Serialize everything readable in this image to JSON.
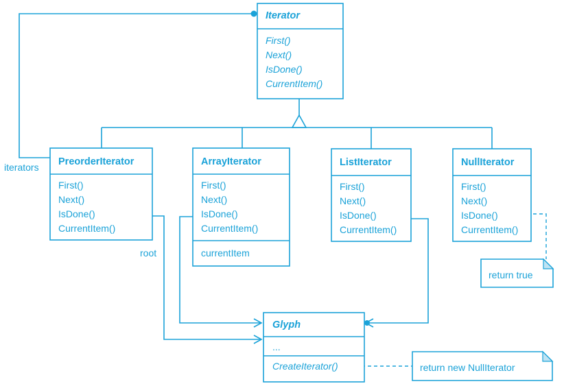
{
  "colors": {
    "accent": "#1aa2d8",
    "background": "#ffffff"
  },
  "classes": {
    "iterator": {
      "name": "Iterator",
      "ops": [
        "First()",
        "Next()",
        "IsDone()",
        "CurrentItem()"
      ]
    },
    "preorder": {
      "name": "PreorderIterator",
      "ops": [
        "First()",
        "Next()",
        "IsDone()",
        "CurrentItem()"
      ]
    },
    "array": {
      "name": "ArrayIterator",
      "ops": [
        "First()",
        "Next()",
        "IsDone()",
        "CurrentItem()"
      ],
      "attrs": [
        "currentItem"
      ]
    },
    "list": {
      "name": "ListIterator",
      "ops": [
        "First()",
        "Next()",
        "IsDone()",
        "CurrentItem()"
      ]
    },
    "null": {
      "name": "NullIterator",
      "ops": [
        "First()",
        "Next()",
        "IsDone()",
        "CurrentItem()"
      ]
    },
    "glyph": {
      "name": "Glyph",
      "attrs": [
        "..."
      ],
      "ops": [
        "CreateIterator()"
      ]
    }
  },
  "labels": {
    "iterators": "iterators",
    "root": "root"
  },
  "notes": {
    "return_true": "return true",
    "return_null": "return new NullIterator"
  }
}
